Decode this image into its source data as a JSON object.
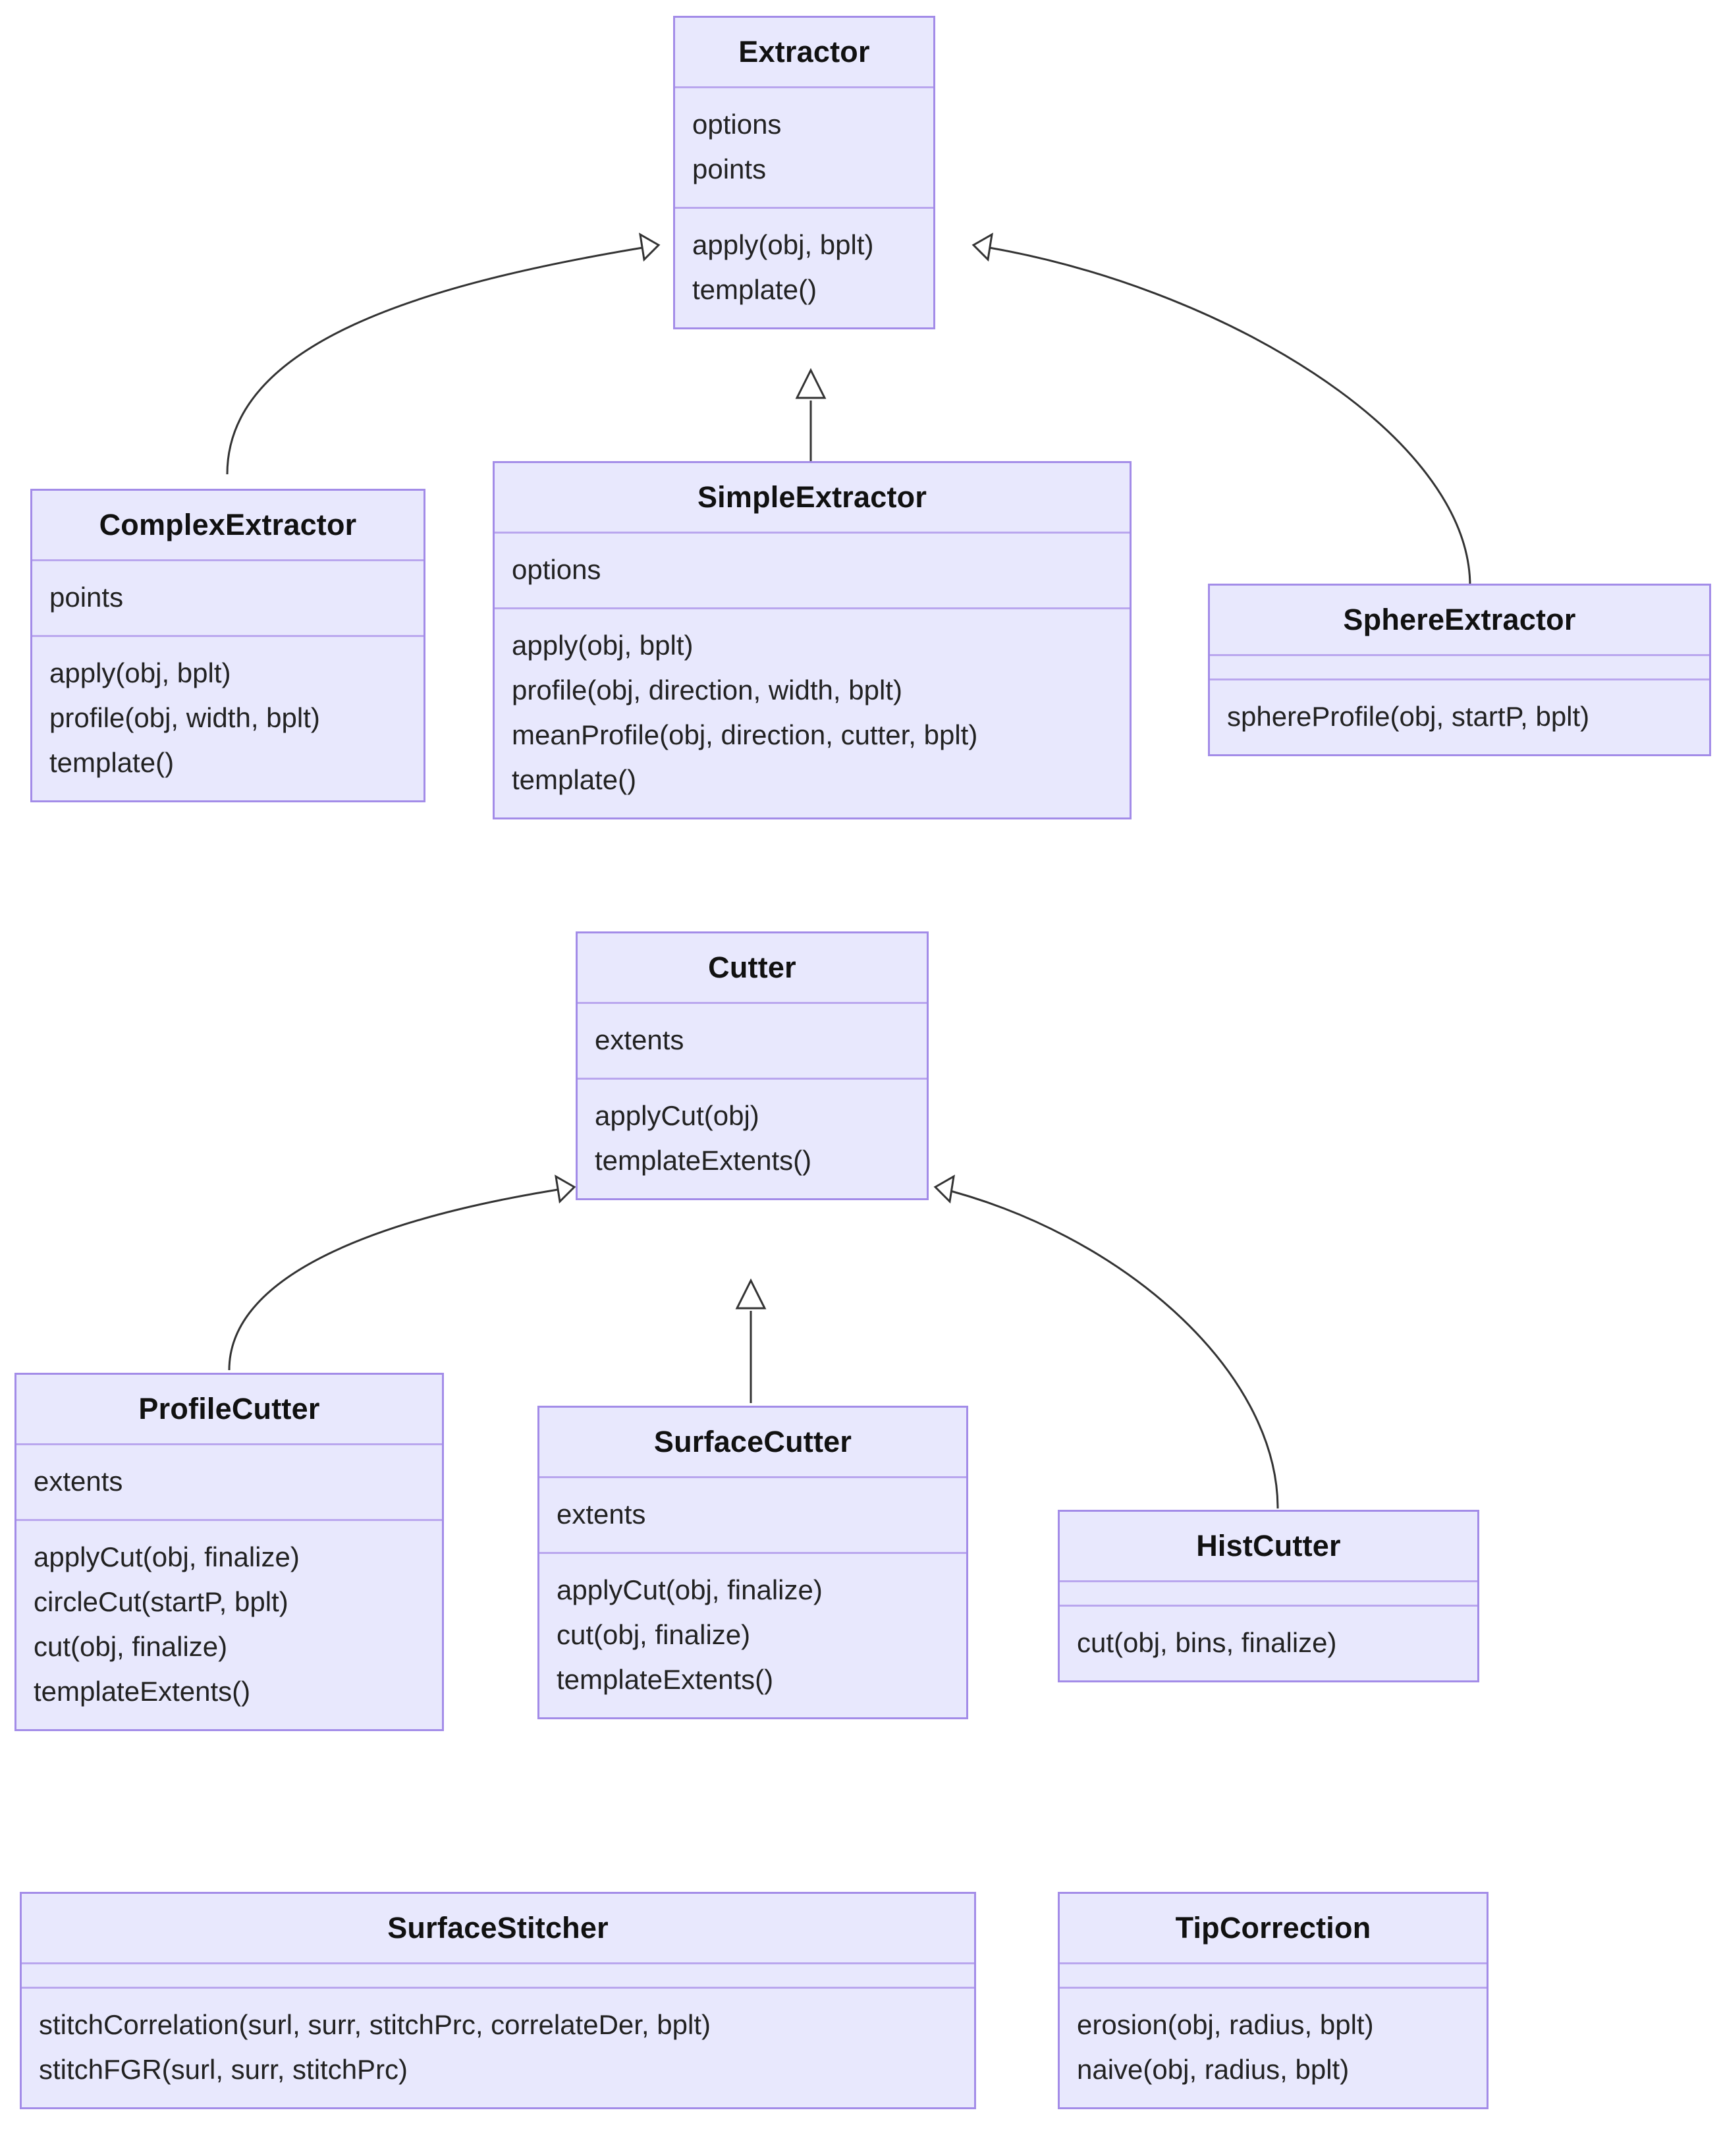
{
  "diagram": {
    "kind": "uml-class-diagram",
    "colors": {
      "box_fill": "#e8e8fd",
      "box_border": "#a38ce8",
      "compartment_separator": "#b9a6ee",
      "edge_stroke": "#333333",
      "background": "#ffffff",
      "text": "#1a1a1a"
    }
  },
  "classes": [
    {
      "id": "extractor",
      "name": "Extractor",
      "attributes": [
        "options",
        "points"
      ],
      "methods": [
        "apply(obj, bplt)",
        "template()"
      ]
    },
    {
      "id": "complex_extractor",
      "name": "ComplexExtractor",
      "attributes": [
        "points"
      ],
      "methods": [
        "apply(obj, bplt)",
        "profile(obj, width, bplt)",
        "template()"
      ]
    },
    {
      "id": "simple_extractor",
      "name": "SimpleExtractor",
      "attributes": [
        "options"
      ],
      "methods": [
        "apply(obj, bplt)",
        "profile(obj, direction, width, bplt)",
        "meanProfile(obj, direction, cutter, bplt)",
        "template()"
      ]
    },
    {
      "id": "sphere_extractor",
      "name": "SphereExtractor",
      "attributes": [],
      "methods": [
        "sphereProfile(obj, startP, bplt)"
      ]
    },
    {
      "id": "cutter",
      "name": "Cutter",
      "attributes": [
        "extents"
      ],
      "methods": [
        "applyCut(obj)",
        "templateExtents()"
      ]
    },
    {
      "id": "profile_cutter",
      "name": "ProfileCutter",
      "attributes": [
        "extents"
      ],
      "methods": [
        "applyCut(obj, finalize)",
        "circleCut(startP, bplt)",
        "cut(obj, finalize)",
        "templateExtents()"
      ]
    },
    {
      "id": "surface_cutter",
      "name": "SurfaceCutter",
      "attributes": [
        "extents"
      ],
      "methods": [
        "applyCut(obj, finalize)",
        "cut(obj, finalize)",
        "templateExtents()"
      ]
    },
    {
      "id": "hist_cutter",
      "name": "HistCutter",
      "attributes": [],
      "methods": [
        "cut(obj, bins, finalize)"
      ]
    },
    {
      "id": "surface_stitcher",
      "name": "SurfaceStitcher",
      "attributes": [],
      "methods": [
        "stitchCorrelation(surl, surr, stitchPrc, correlateDer, bplt)",
        "stitchFGR(surl, surr, stitchPrc)"
      ]
    },
    {
      "id": "tip_correction",
      "name": "TipCorrection",
      "attributes": [],
      "methods": [
        "erosion(obj, radius, bplt)",
        "naive(obj, radius, bplt)"
      ]
    }
  ],
  "relationships": [
    {
      "type": "generalization",
      "from": "complex_extractor",
      "to": "extractor"
    },
    {
      "type": "generalization",
      "from": "simple_extractor",
      "to": "extractor"
    },
    {
      "type": "generalization",
      "from": "sphere_extractor",
      "to": "extractor"
    },
    {
      "type": "generalization",
      "from": "profile_cutter",
      "to": "cutter"
    },
    {
      "type": "generalization",
      "from": "surface_cutter",
      "to": "cutter"
    },
    {
      "type": "generalization",
      "from": "hist_cutter",
      "to": "cutter"
    }
  ]
}
